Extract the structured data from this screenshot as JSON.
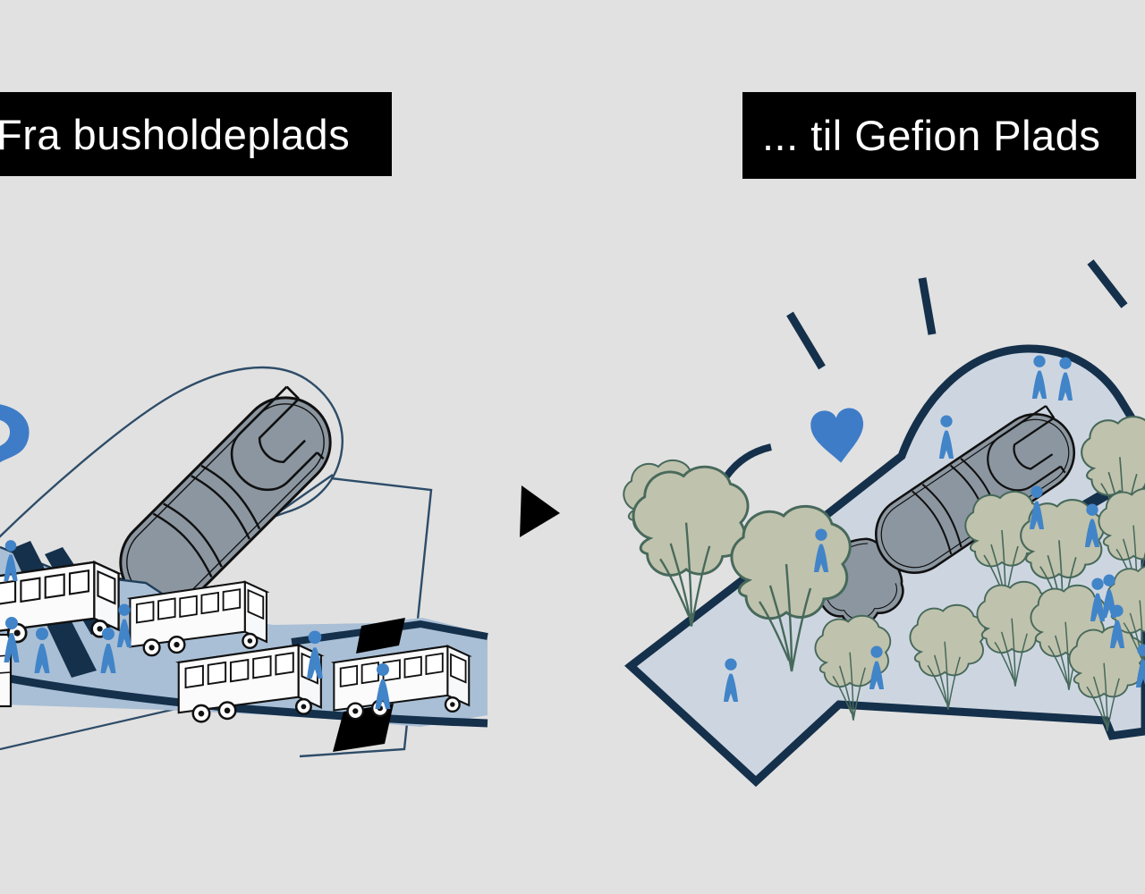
{
  "page": {
    "background_color": "#e1e1e1"
  },
  "header": {
    "left_label": "Fra busholdeplads",
    "right_label": "... til Gefion Plads",
    "label_background": "#000000",
    "label_text_color": "#ffffff"
  },
  "transition": {
    "arrow_icon": "right-triangle-arrow"
  },
  "left_panel": {
    "name": "bus-stop-illustration",
    "question_mark_symbol": "?",
    "icons": [
      "question-mark-icon",
      "bus-icon",
      "person-icon",
      "fountain-plan-icon",
      "road-shape"
    ],
    "bus_count": 4,
    "people_count": 7
  },
  "right_panel": {
    "name": "gefion-plads-illustration",
    "icons": [
      "heart-icon",
      "sparkle-ray-icon",
      "tree-icon",
      "person-icon",
      "fountain-plan-icon",
      "plaza-shape"
    ],
    "tree_count": 13,
    "people_count": 12
  },
  "colors": {
    "road_blue": "#a9bfd6",
    "plaza_blue": "#cdd6e0",
    "navy": "#15304b",
    "sketch_line": "#2d4c68",
    "fountain_gray": "#8b96a0",
    "tree_fill": "#bfc2ac",
    "tree_outline": "#47695b",
    "people_blue": "#4184c8",
    "accent_blue": "#3e7cc7"
  }
}
